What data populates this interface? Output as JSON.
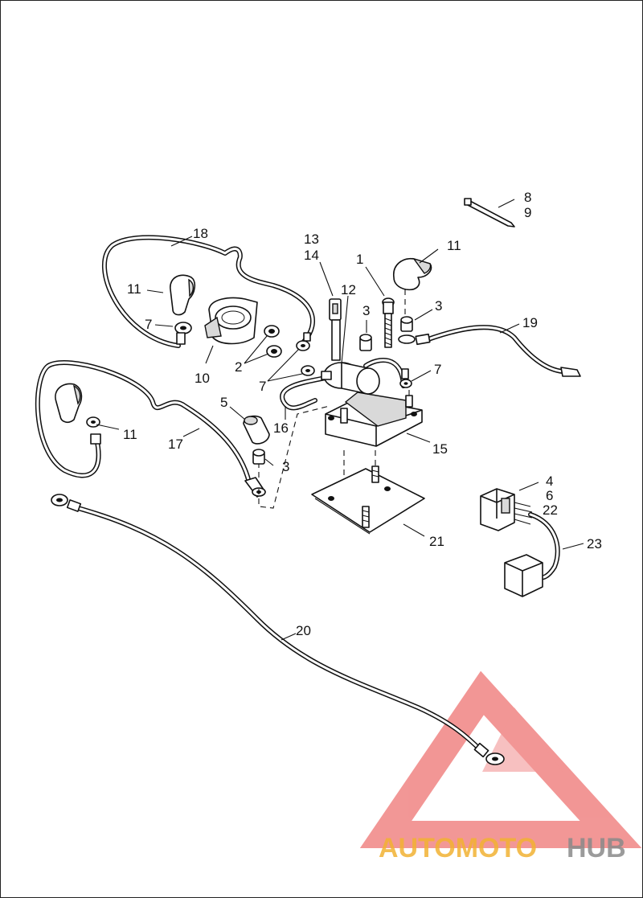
{
  "callouts": {
    "c1": "1",
    "c2": "2",
    "c3a": "3",
    "c3b": "3",
    "c3c": "3",
    "c4": "4",
    "c5": "5",
    "c6": "6",
    "c7a": "7",
    "c7b": "7",
    "c7c": "7",
    "c8": "8",
    "c9": "9",
    "c10": "10",
    "c11a": "11",
    "c11b": "11",
    "c11c": "11",
    "c12": "12",
    "c13": "13",
    "c14": "14",
    "c15": "15",
    "c16": "16",
    "c17": "17",
    "c18": "18",
    "c19": "19",
    "c20": "20",
    "c21": "21",
    "c22": "22",
    "c23": "23"
  },
  "watermark": {
    "brand_auto": "AUTOMOTO",
    "brand_hub": "HUB",
    "logo_colors": {
      "triangle": "#e8413f",
      "auto": "#f2b233",
      "hub": "#8a8a8a"
    }
  }
}
